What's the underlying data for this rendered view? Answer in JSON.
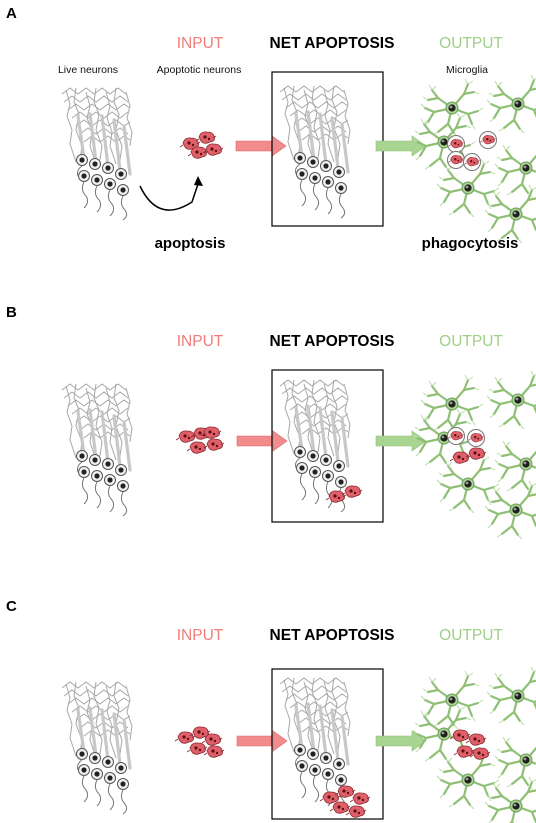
{
  "panels": [
    {
      "letter": "A",
      "input_label": "INPUT",
      "net_label": "NET APOPTOSIS",
      "output_label": "OUTPUT",
      "live_neurons_label": "Live neurons",
      "apoptotic_neurons_label": "Apoptotic neurons",
      "microglia_label": "Microglia",
      "apoptosis_label": "apoptosis",
      "phagocytosis_label": "phagocytosis"
    },
    {
      "letter": "B",
      "input_label": "INPUT",
      "net_label": "NET APOPTOSIS",
      "output_label": "OUTPUT"
    },
    {
      "letter": "C",
      "input_label": "INPUT",
      "net_label": "NET APOPTOSIS",
      "output_label": "OUTPUT"
    }
  ],
  "colors": {
    "input": "#f07b7b",
    "output": "#9fcf86",
    "neuron": "#bdbdbd",
    "apoptotic_cell": "#e0606a"
  }
}
